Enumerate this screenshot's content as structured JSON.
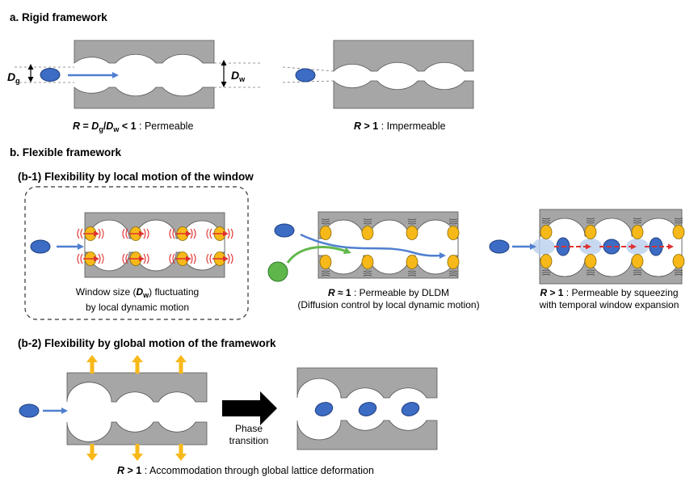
{
  "sections": {
    "a_title": "a. Rigid framework",
    "b_title": "b. Flexible framework",
    "b1_title": "(b-1) Flexibility by local motion of the window",
    "b2_title": "(b-2) Flexibility by global motion of the framework"
  },
  "labels": {
    "dg_main": "D",
    "dg_sub": "g",
    "dw_main": "D",
    "dw_sub": "w"
  },
  "captions": {
    "a_left": {
      "r": "R",
      "eq1": " = ",
      "d": "D",
      "g": "g",
      "slash": "/",
      "w": "w",
      "lt": " < 1",
      "text": " : Permeable"
    },
    "a_right": {
      "r": "R",
      "gt": " > 1",
      "text": " : Impermeable"
    },
    "b1_left_line1_pre": "Window size (",
    "b1_left_d": "D",
    "b1_left_w": "w",
    "b1_left_line1_post": ") fluctuating",
    "b1_left_line2": "by local dynamic motion",
    "b1_mid_r": "R",
    "b1_mid_approx": " ≈ 1",
    "b1_mid_line1": " : Permeable by DLDM",
    "b1_mid_line2": "(Diffusion control by local dynamic motion)",
    "b1_right_r": "R",
    "b1_right_gt": " > 1",
    "b1_right_line1": " : Permeable by squeezing",
    "b1_right_line2": "with temporal window expansion",
    "phase_line1": "Phase",
    "phase_line2": "transition",
    "b2_r": "R",
    "b2_gt": " > 1",
    "b2_text": " : Accommodation through global lattice deformation"
  },
  "colors": {
    "framework_gray": "#a6a6a6",
    "guest_blue": "#3c6cc4",
    "arrow_blue": "#4f7fd0",
    "linker_orange": "#f7b91a",
    "vibration_red": "#e03030",
    "guest_green": "#5fb64a",
    "arrow_green": "#62b84c",
    "global_arrow": "#f7b91a",
    "phase_arrow": "#000000"
  }
}
